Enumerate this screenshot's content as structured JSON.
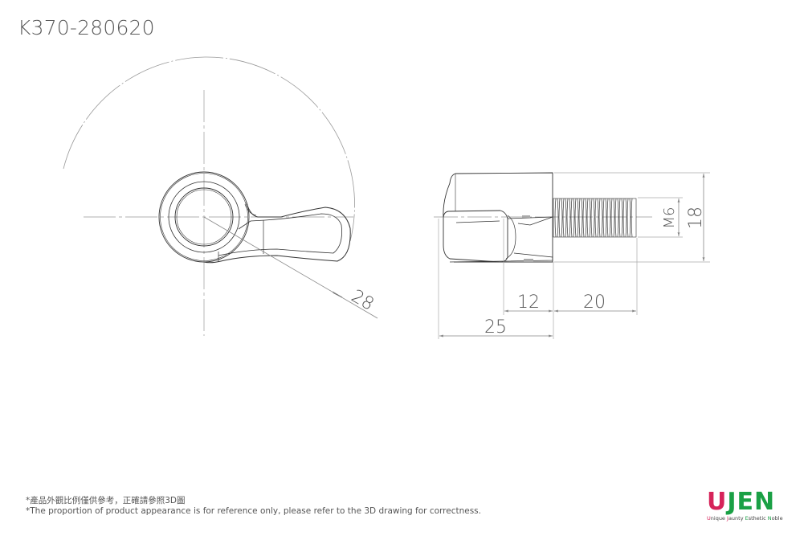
{
  "header": {
    "part_number": "K370-280620"
  },
  "drawing": {
    "front_view": {
      "swing_radius_label": "28"
    },
    "side_view": {
      "thread_label": "M6",
      "height_label": "18",
      "head_length_label": "12",
      "thread_length_label": "20",
      "overall_length_label": "25"
    }
  },
  "footer": {
    "note_zh": "*產品外觀比例僅供參考，正確請參照3D圖",
    "note_en": "*The proportion of product appearance is for reference only, please refer to the 3D drawing for correctness."
  },
  "logo": {
    "letter_u": "U",
    "letters_jen": "JEN",
    "tagline_parts": [
      "U",
      "nique ",
      "J",
      "aunty ",
      "E",
      "sthetic ",
      "N",
      "oble"
    ],
    "colors": {
      "red": "#d6245a",
      "green": "#1aa045"
    }
  }
}
